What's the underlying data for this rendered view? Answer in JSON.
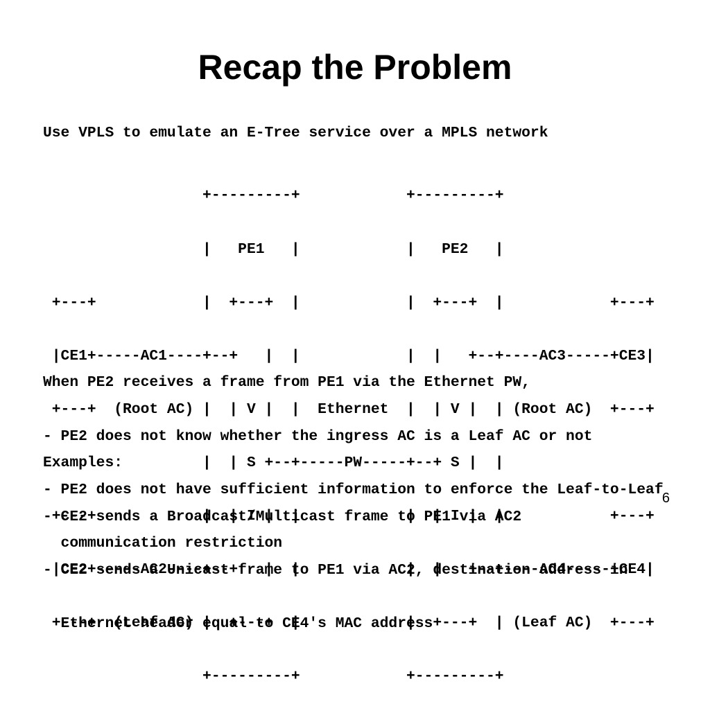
{
  "slide": {
    "title": "Recap the Problem",
    "intro": "Use VPLS to emulate an E-Tree service over a MPLS network",
    "diagram_lines": [
      "                  +---------+            +---------+",
      "                  |   PE1   |            |   PE2   |",
      " +---+            |  +---+  |            |  +---+  |            +---+",
      " |CE1+-----AC1----+--+   |  |            |  |   +--+----AC3-----+CE3|",
      " +---+  (Root AC) |  | V |  |  Ethernet  |  | V |  | (Root AC)  +---+",
      "                  |  | S +--+-----PW-----+--+ S |  |",
      " +---+            |  | I |  |            |  | I |  |            +---+",
      " |CE2+-----AC2----+--+   |  |            |  |   +--+----AC4-----+CE4|",
      " +---+  (Leaf AC) |  +---+  |            |  +---+  | (Leaf AC)  +---+",
      "                  +---------+            +---------+"
    ],
    "explanation_lines": [
      "When PE2 receives a frame from PE1 via the Ethernet PW,",
      "- PE2 does not know whether the ingress AC is a Leaf AC or not",
      "- PE2 does not have sufficient information to enforce the Leaf-to-Leaf",
      "  communication restriction"
    ],
    "examples_lines": [
      "Examples:",
      "- CE2 sends a Broadcast/Multicast frame to PE1 via AC2",
      "- CE2 sends a Unicast frame to PE1 via AC2, destination address in",
      "  Ethernet header equal to CE4's MAC address"
    ],
    "page_number": "6"
  }
}
